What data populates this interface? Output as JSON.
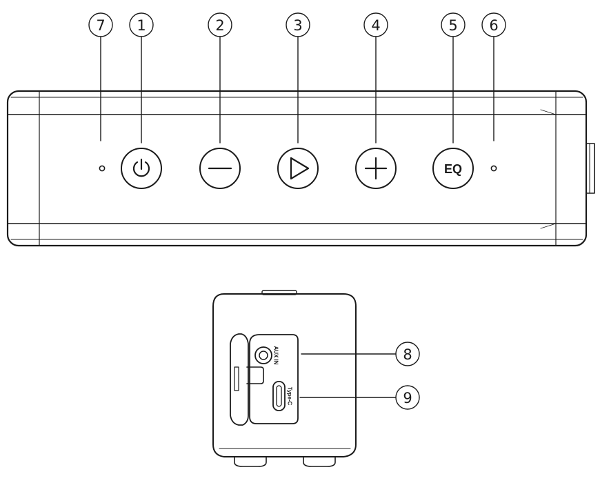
{
  "callouts": [
    {
      "id": "power",
      "label": "1"
    },
    {
      "id": "volume-down",
      "label": "2"
    },
    {
      "id": "play",
      "label": "3"
    },
    {
      "id": "volume-up",
      "label": "4"
    },
    {
      "id": "eq",
      "label": "5"
    },
    {
      "id": "indicator-right",
      "label": "6"
    },
    {
      "id": "indicator-left",
      "label": "7"
    },
    {
      "id": "aux-in",
      "label": "8"
    },
    {
      "id": "type-c",
      "label": "9"
    }
  ],
  "buttons": {
    "eq_label": "EQ"
  },
  "ports": {
    "aux_label": "AUX IN",
    "typec_label": "Type-C"
  },
  "icons": {
    "power": "power-icon",
    "minus": "minus-icon",
    "play": "play-icon",
    "plus": "plus-icon"
  },
  "colors": {
    "line": "#1a1a1a",
    "background": "#ffffff"
  }
}
